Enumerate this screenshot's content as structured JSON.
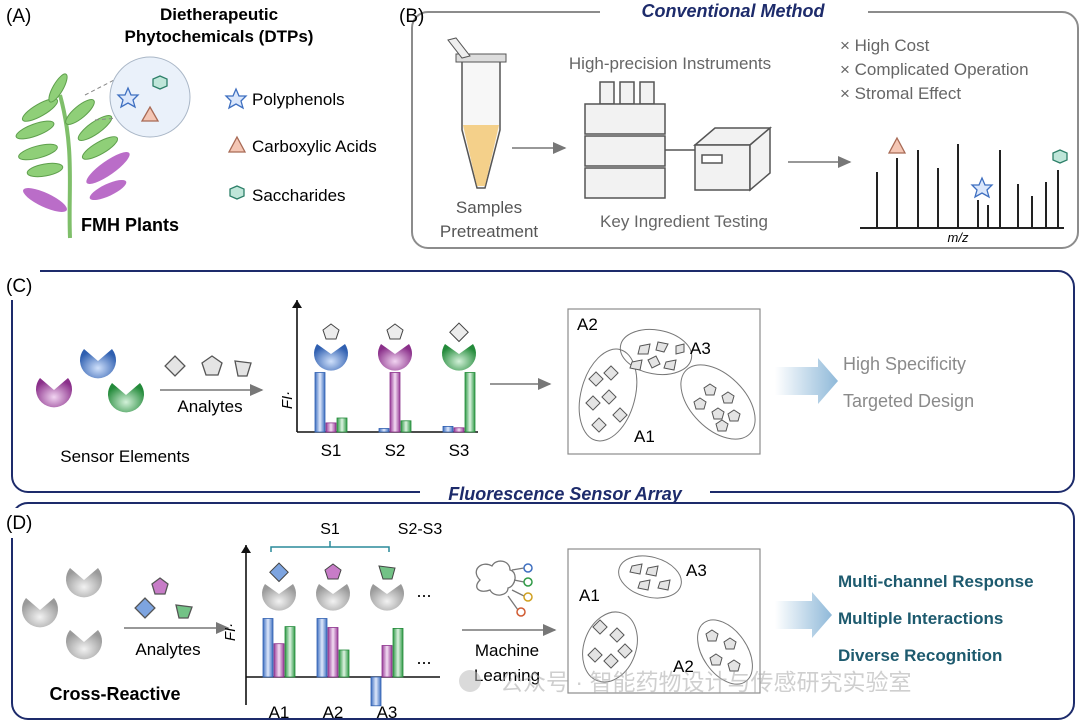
{
  "panel_a": {
    "tag": "(A)",
    "title_line1": "Dietherapeutic",
    "title_line2": "Phytochemicals (DTPs)",
    "legend": [
      {
        "label": "Polyphenols",
        "icon": "star-icon",
        "color": "#5a8fd8"
      },
      {
        "label": "Carboxylic Acids",
        "icon": "triangle-icon",
        "color": "#e09a80"
      },
      {
        "label": "Saccharides",
        "icon": "hexagon-icon",
        "color": "#3fae8f"
      }
    ],
    "plant_label": "FMH Plants"
  },
  "panel_b": {
    "tag": "(B)",
    "title": "Conventional Method",
    "instruments_label": "High-precision Instruments",
    "drawbacks": [
      "High Cost",
      "Complicated Operation",
      "Stromal Effect"
    ],
    "samples_line1": "Samples",
    "samples_line2": "Pretreatment",
    "testing_label": "Key Ingredient Testing",
    "mz_label": "m/z"
  },
  "panel_c": {
    "tag": "(C)",
    "analytes_label": "Analytes",
    "sensor_label": "Sensor Elements",
    "fi_axis": "FI·",
    "categories": [
      "S1",
      "S2",
      "S3"
    ],
    "cluster_labels": [
      "A2",
      "A3",
      "A1"
    ],
    "benefits": [
      "High Specificity",
      "Targeted Design"
    ]
  },
  "array_title": "Fluorescence Sensor Array",
  "panel_d": {
    "tag": "(D)",
    "analytes_label": "Analytes",
    "cross_label": "Cross-Reactive",
    "fi_axis": "FI·",
    "bracket_labels": [
      "S1",
      "S2-S3"
    ],
    "ellipsis": "...",
    "categories": [
      "A1",
      "A2",
      "A3"
    ],
    "ml_line1": "Machine",
    "ml_line2": "Learning",
    "cluster_labels": [
      "A3",
      "A1",
      "A2"
    ],
    "benefits": [
      "Multi-channel Response",
      "Multiple Interactions",
      "Diverse Recognition"
    ]
  },
  "watermark": "公众号 · 智能药物设计与传感研究实验室",
  "colors": {
    "blue": "#3e6fc0",
    "magenta": "#9a3f9a",
    "green": "#2f9a46",
    "navy": "#1d2b6b",
    "teal_text": "#1d5a6e",
    "gray_border": "#8c8c8c"
  },
  "chart_data": [
    {
      "type": "bar",
      "title": "",
      "ylabel": "FI·",
      "categories": [
        "S1",
        "S2",
        "S3"
      ],
      "series": [
        {
          "values": [
            8.5,
            0.5,
            0.8
          ]
        },
        {
          "values": [
            1.3,
            8.5,
            0.6
          ]
        },
        {
          "values": [
            2.0,
            1.6,
            8.5
          ]
        }
      ]
    },
    {
      "type": "bar",
      "title": "",
      "ylabel": "FI·",
      "categories": [
        "A1",
        "A2",
        "A3"
      ],
      "series": [
        {
          "values": [
            6.5,
            6.5,
            -3.2
          ]
        },
        {
          "values": [
            3.7,
            5.5,
            3.5
          ]
        },
        {
          "values": [
            5.6,
            3.0,
            5.4
          ]
        }
      ]
    }
  ]
}
